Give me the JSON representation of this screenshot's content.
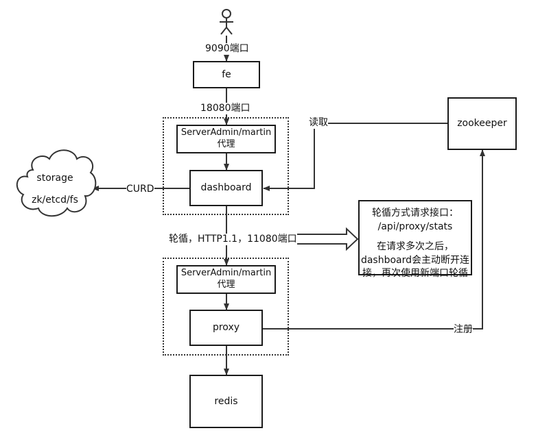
{
  "nodes": {
    "fe": "fe",
    "proxy_top": "ServerAdmin/martin\n代理",
    "dashboard": "dashboard",
    "zookeeper": "zookeeper",
    "proxy_bottom": "ServerAdmin/martin\n代理",
    "proxy": "proxy",
    "redis": "redis",
    "storage_title": "storage",
    "storage_sub": "zk/etcd/fs"
  },
  "edges": {
    "user_to_fe": "9090端口",
    "fe_to_admin": "18080端口",
    "zk_read": "读取",
    "curd": "CURD",
    "dashboard_to_proxy": "轮循，HTTP1.1，11080端口",
    "register": "注册"
  },
  "note": {
    "line1": "轮循方式请求接口：",
    "line2": "/api/proxy/stats",
    "line3": "在请求多次之后，",
    "line4": "dashboard会主动断开连",
    "line5": "接，再次使用新端口轮循"
  }
}
